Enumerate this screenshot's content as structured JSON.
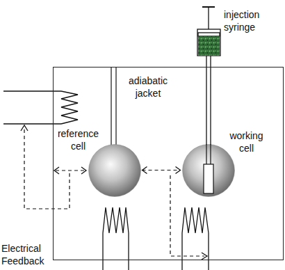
{
  "diagram": {
    "nodes": [
      {
        "text": [
          "adiabatic jacket"
        ]
      },
      {
        "text": [
          "reference cell"
        ],
        "in": 0
      },
      {
        "text": [
          "working cell"
        ],
        "in": 0
      }
    ],
    "edges": [
      {
        "from": 1,
        "to": 2,
        "arrow": "both"
      }
    ],
    "labels": [
      "injection syringe",
      "Electrical Feedback"
    ]
  }
}
